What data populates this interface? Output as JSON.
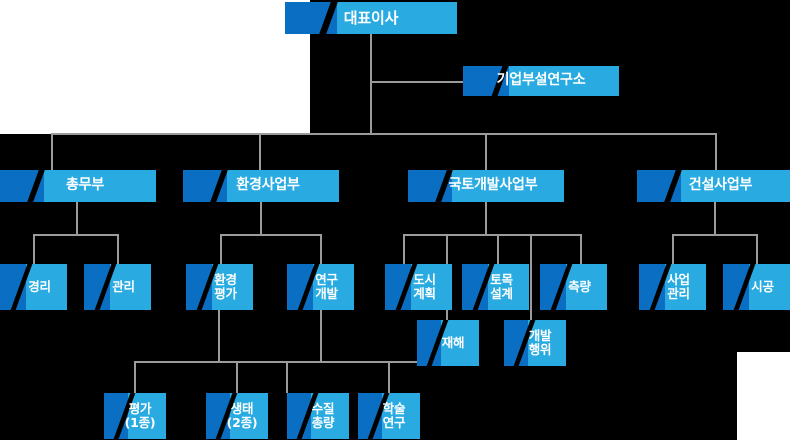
{
  "chart": {
    "title": "Organization Chart",
    "colors": {
      "background": "#000000",
      "box_light": "#29abe2",
      "box_dark": "#0a6fc2",
      "connector": "#9b9b9b",
      "text": "#ffffff"
    }
  },
  "nodes": {
    "ceo": {
      "label": "대표이사"
    },
    "research_institute": {
      "label": "기업부설연구소"
    },
    "dept_general_affairs": {
      "label": "총무부"
    },
    "dept_environment": {
      "label": "환경사업부"
    },
    "dept_land_development": {
      "label": "국토개발사업부"
    },
    "dept_construction": {
      "label": "건설사업부"
    },
    "accounting": {
      "label": "경리"
    },
    "management": {
      "label": "관리"
    },
    "env_assessment": {
      "label": "환경\n평가"
    },
    "research_dev": {
      "label": "연구\n개발"
    },
    "city_planning": {
      "label": "도시\n계획"
    },
    "civil_design": {
      "label": "토목\n설계"
    },
    "surveying": {
      "label": "측량"
    },
    "disaster": {
      "label": "재해"
    },
    "development_act": {
      "label": "개발\n행위"
    },
    "business_mgmt": {
      "label": "사업\n관리"
    },
    "construction_work": {
      "label": "시공"
    },
    "assessment_grade1": {
      "label": "평가\n(1종)"
    },
    "ecology_grade2": {
      "label": "생태\n(2종)"
    },
    "water_quality_total": {
      "label": "수질\n총량"
    },
    "academic_research": {
      "label": "학술\n연구"
    }
  }
}
